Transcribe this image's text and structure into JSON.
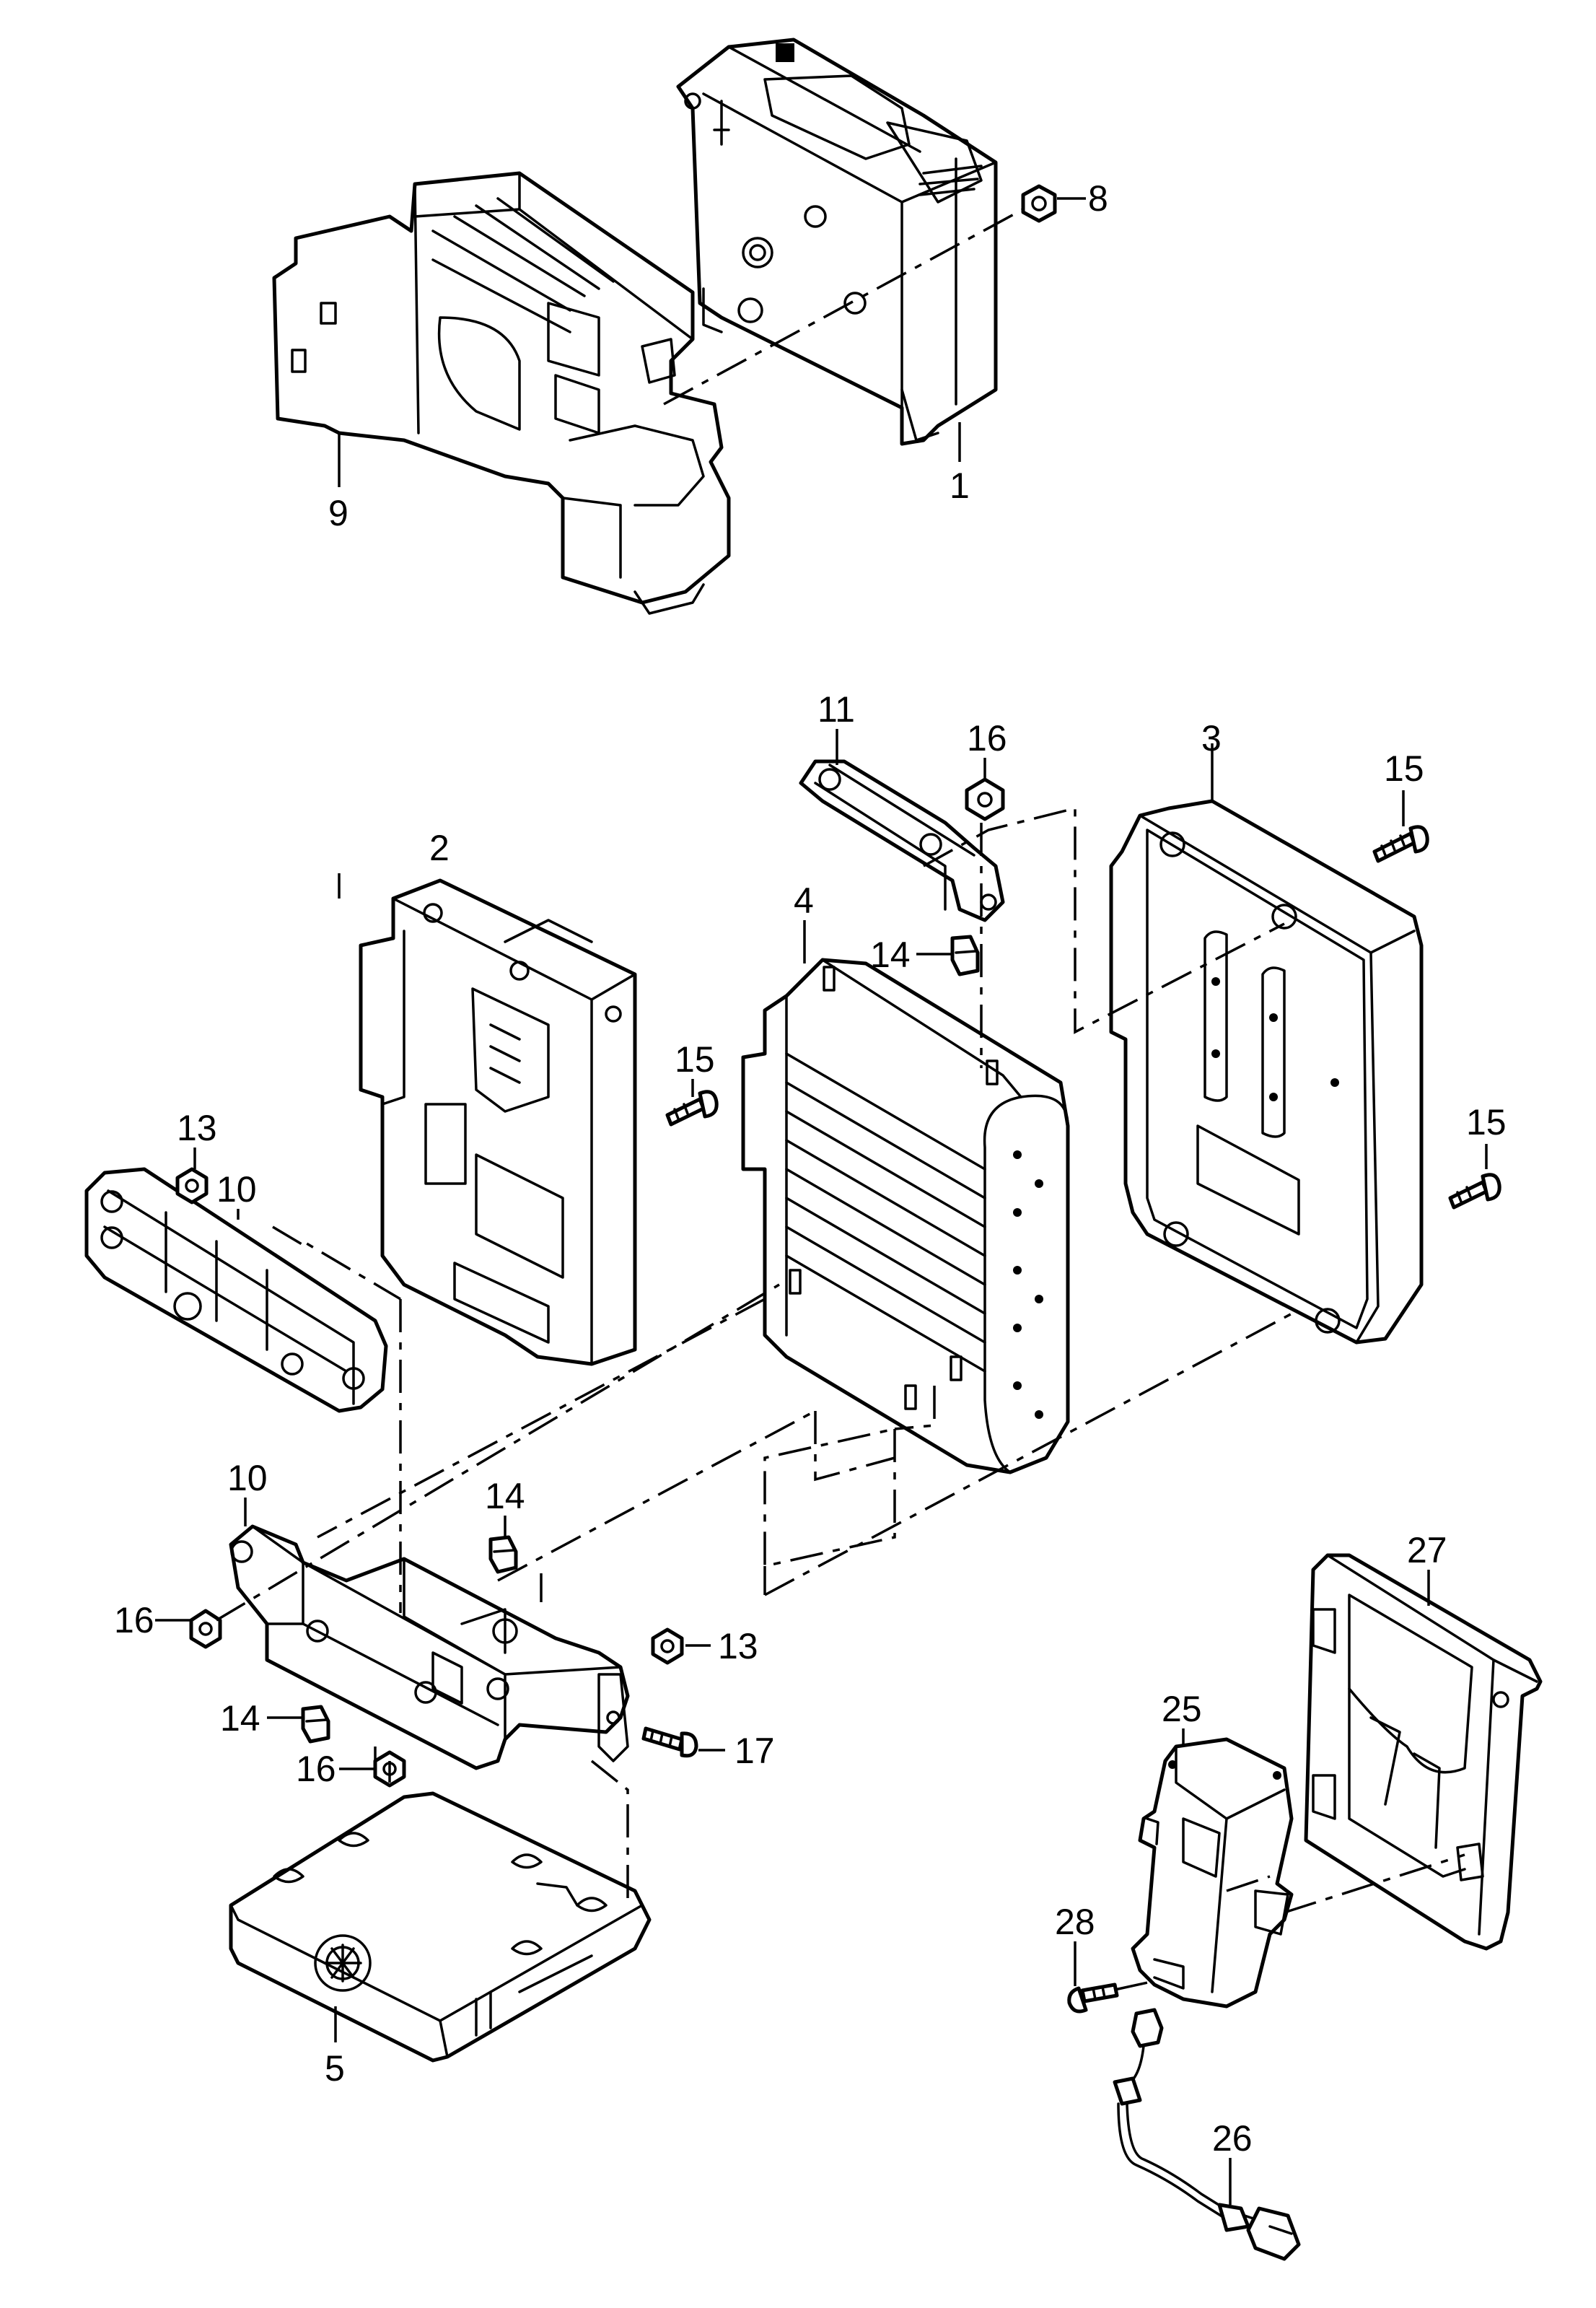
{
  "diagram": {
    "callouts": {
      "c1": "1",
      "c2": "2",
      "c3": "3",
      "c4": "4",
      "c5": "5",
      "c8": "8",
      "c9": "9",
      "c10a": "10",
      "c10b": "10",
      "c11": "11",
      "c13a": "13",
      "c13b": "13",
      "c14a": "14",
      "c14b": "14",
      "c14c": "14",
      "c15a": "15",
      "c15b": "15",
      "c15c": "15",
      "c16a": "16",
      "c16b": "16",
      "c16c": "16",
      "c17": "17",
      "c25": "25",
      "c26": "26",
      "c27": "27",
      "c28": "28"
    }
  }
}
